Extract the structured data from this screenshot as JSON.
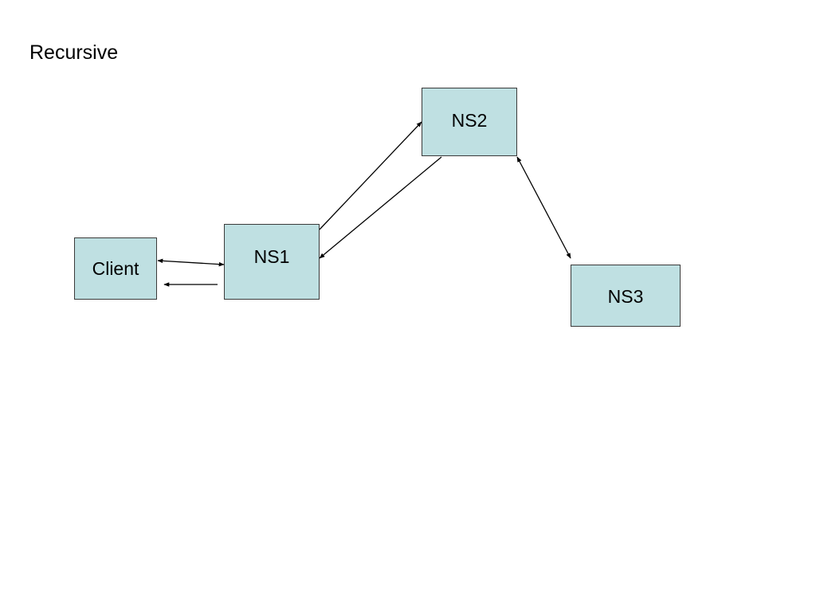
{
  "title": "Recursive",
  "colors": {
    "node_fill": "#bfe0e2",
    "node_border": "#3a3a3a",
    "arrow": "#000000"
  },
  "nodes": {
    "client": "Client",
    "ns1": "NS1",
    "ns2": "NS2",
    "ns3": "NS3"
  },
  "edges": [
    {
      "from": "Client",
      "to": "NS1",
      "direction": "both"
    },
    {
      "from": "NS1",
      "to": "Client",
      "direction": "one-way"
    },
    {
      "from": "NS1",
      "to": "NS2",
      "direction": "one-way"
    },
    {
      "from": "NS2",
      "to": "NS1",
      "direction": "one-way"
    },
    {
      "from": "NS2",
      "to": "NS3",
      "direction": "both"
    }
  ]
}
